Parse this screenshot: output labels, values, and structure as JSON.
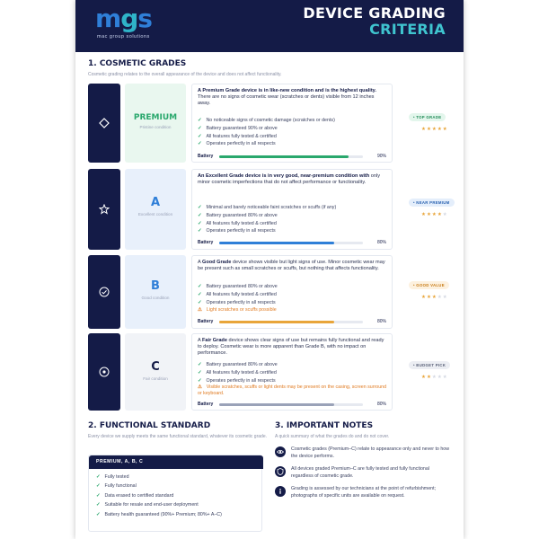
{
  "header": {
    "logo_m": "m",
    "logo_g": "g",
    "logo_s": "s",
    "logo_subtitle": "mac group solutions",
    "title_line1": "DEVICE GRADING",
    "title_line2": "CRITERIA",
    "bg_color": "#141b47",
    "accent_color": "#3fc4cf"
  },
  "cosmetic": {
    "title": "1. COSMETIC GRADES",
    "subtitle": "Cosmetic grading relates to the overall appearance of the device and does not affect functionality.",
    "grades": [
      {
        "icon": "diamond-icon",
        "name": "PREMIUM",
        "condition": "Pristine condition",
        "desc_bold": "A Premium Grade device is in like-new condition and is the highest quality.",
        "desc_rest": " There are no signs of cosmetic wear (scratches or dents) visible from 12 inches away.",
        "items": [
          "No noticeable signs of cosmetic damage (scratches or dents)",
          "Battery guaranteed 90% or above",
          "All features fully tested & certified",
          "Operates perfectly in all respects"
        ],
        "battery_label": "Battery",
        "battery_value": "90%",
        "battery_fraction": 0.9,
        "bar_color": "#2aa86d",
        "badge": "• TOP GRADE",
        "badge_bg": "#e3f6ec",
        "badge_fg": "#1f8a56",
        "stars": 5
      },
      {
        "icon": "star-icon",
        "name": "A",
        "condition": "Excellent condition",
        "desc_bold": "An Excellent Grade device is in very good, near-premium condition with",
        "desc_rest": " only minor cosmetic imperfections that do not affect performance or functionality.",
        "items": [
          "Minimal and barely noticeable faint scratches or scuffs (if any)",
          "Battery guaranteed 80% or above",
          "All features fully tested & certified",
          "Operates perfectly in all respects"
        ],
        "battery_label": "Battery",
        "battery_value": "80%",
        "battery_fraction": 0.8,
        "bar_color": "#2f7fd8",
        "badge": "• NEAR PREMIUM",
        "badge_bg": "#e4eefb",
        "badge_fg": "#2a62b0",
        "stars": 4
      },
      {
        "icon": "check-circle-icon",
        "name": "B",
        "condition": "Good condition",
        "desc_pre": "A ",
        "desc_bold": "Good Grade",
        "desc_rest": " device shows visible but light signs of use. Minor cosmetic wear may be present such as small scratches or scuffs, but nothing that affects functionality.",
        "items": [
          "Battery guaranteed 80% or above",
          "All features fully tested & certified",
          "Operates perfectly in all respects"
        ],
        "warning": "Light scratches or scuffs possible",
        "battery_label": "Battery",
        "battery_value": "80%",
        "battery_fraction": 0.8,
        "bar_color": "#e8a53a",
        "badge": "• GOOD VALUE",
        "badge_bg": "#fdf1df",
        "badge_fg": "#c77a14",
        "stars": 3
      },
      {
        "icon": "dot-circle-icon",
        "name": "C",
        "condition": "Fair condition",
        "desc_pre": "A ",
        "desc_bold": "Fair Grade",
        "desc_rest": " device shows clear signs of use but remains fully functional and ready to deploy. Cosmetic wear is more apparent than Grade B, with no impact on performance.",
        "items": [
          "Battery guaranteed 80% or above",
          "All features fully tested & certified",
          "Operates perfectly in all respects"
        ],
        "warning": "Visible scratches, scuffs or light dents may be present on the casing, screen surround or keyboard.",
        "battery_label": "Battery",
        "battery_value": "80%",
        "battery_fraction": 0.8,
        "bar_color": "#9aa2b8",
        "badge": "• BUDGET PICK",
        "badge_bg": "#eceef3",
        "badge_fg": "#5a6178",
        "stars": 2
      }
    ]
  },
  "functional": {
    "title": "2. FUNCTIONAL STANDARD",
    "subtitle": "Every device we supply meets the same functional standard, whatever its cosmetic grade.",
    "box_header": "PREMIUM, A, B, C",
    "items": [
      "Fully tested",
      "Fully functional",
      "Data erased to certified standard",
      "Suitable for resale and end-user deployment",
      "Battery health guaranteed (90%+ Premium; 80%+ A–C)"
    ]
  },
  "notes": {
    "title": "3. IMPORTANT NOTES",
    "subtitle": "A quick summary of what the grades do and do not cover.",
    "items": [
      {
        "icon": "eye-icon",
        "text": "Cosmetic grades (Premium–C) relate to appearance only and never to how the device performs."
      },
      {
        "icon": "shield-icon",
        "text": "All devices graded Premium–C are fully tested and fully functional regardless of cosmetic grade."
      },
      {
        "icon": "info-icon",
        "text": "Grading is assessed by our technicians at the point of refurbishment; photographs of specific units are available on request."
      }
    ]
  }
}
